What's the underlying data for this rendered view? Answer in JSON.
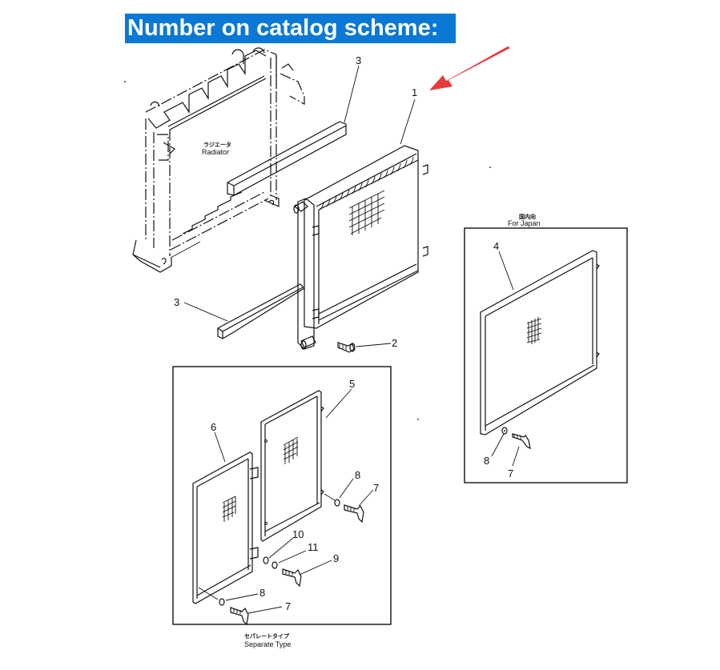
{
  "header": {
    "title": "Number on catalog scheme:",
    "background_color": "#0b78d6",
    "text_color": "#ffffff"
  },
  "annotation": {
    "arrow_color": "#e8393a",
    "points_to": "1"
  },
  "captions": {
    "radiator_jp": "ラジエータ",
    "radiator_en": "Radiator",
    "for_japan_jp": "国内向",
    "for_japan_en": "For Japan",
    "separate_type_jp": "セパレートタイプ",
    "separate_type_en": "Separate Type"
  },
  "callouts": {
    "main": [
      "3",
      "1",
      "3",
      "2"
    ],
    "for_japan": [
      "4",
      "8",
      "7"
    ],
    "separate_type": [
      "5",
      "6",
      "8",
      "7",
      "10",
      "11",
      "9",
      "8",
      "7"
    ]
  }
}
